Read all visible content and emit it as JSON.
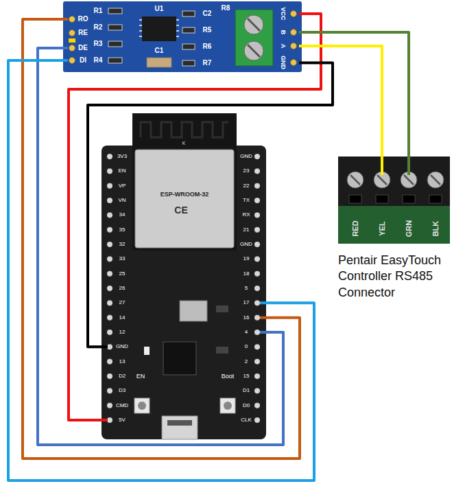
{
  "diagram": {
    "nodes": [
      {
        "text": [
          "R1",
          "R2",
          "R3",
          "R4",
          "U1",
          "C1",
          "C2",
          "R5",
          "R6",
          "R8",
          "R7"
        ]
      },
      {
        "text": [
          "RO"
        ],
        "in": 0
      },
      {
        "text": [
          "RE"
        ],
        "in": 0
      },
      {
        "text": [
          "DE"
        ],
        "in": 0
      },
      {
        "text": [
          "DI"
        ],
        "in": 0
      },
      {
        "text": [
          "VCC"
        ],
        "in": 0
      },
      {
        "text": [
          "B"
        ],
        "in": 0
      },
      {
        "text": [
          "A"
        ],
        "in": 0
      },
      {
        "text": [
          "GND"
        ],
        "in": 0
      },
      {
        "text": [
          "3V3",
          "EN",
          "VP",
          "VN",
          "34",
          "35",
          "32",
          "33",
          "25",
          "26",
          "27",
          "14",
          "12",
          "13",
          "D2",
          "D3",
          "CMD",
          "GND",
          "23",
          "22",
          "TX",
          "RX",
          "21",
          "GND",
          "19",
          "18",
          "5",
          "0",
          "2",
          "15",
          "D1",
          "D0",
          "CLK",
          "EN",
          "Boot"
        ]
      },
      {
        "text": [
          "K",
          "ESP-WROOM-32",
          "CE"
        ],
        "in": 9
      },
      {
        "text": [
          "GND"
        ],
        "in": 9
      },
      {
        "text": [
          "5V"
        ],
        "in": 9
      },
      {
        "text": [
          "17"
        ],
        "in": 9
      },
      {
        "text": [
          "16"
        ],
        "in": 9
      },
      {
        "text": [
          "4"
        ],
        "in": 9
      },
      {
        "text": [
          "RED",
          "BLK",
          "Pentair EasyTouch Controller RS485 Connector"
        ]
      },
      {
        "text": [
          "YEL"
        ],
        "in": 16
      },
      {
        "text": [
          "GRN"
        ],
        "in": 16
      }
    ],
    "edges": [
      {
        "from": 1,
        "to": 14,
        "arrow": "none"
      },
      {
        "from": 2,
        "to": 3,
        "arrow": "none"
      },
      {
        "from": 3,
        "to": 15,
        "arrow": "none"
      },
      {
        "from": 4,
        "to": 13,
        "arrow": "none"
      },
      {
        "from": 5,
        "to": 12,
        "arrow": "none"
      },
      {
        "from": 6,
        "to": 18,
        "arrow": "none"
      },
      {
        "from": 7,
        "to": 17,
        "arrow": "none"
      },
      {
        "from": 8,
        "to": 11,
        "arrow": "none"
      }
    ]
  }
}
